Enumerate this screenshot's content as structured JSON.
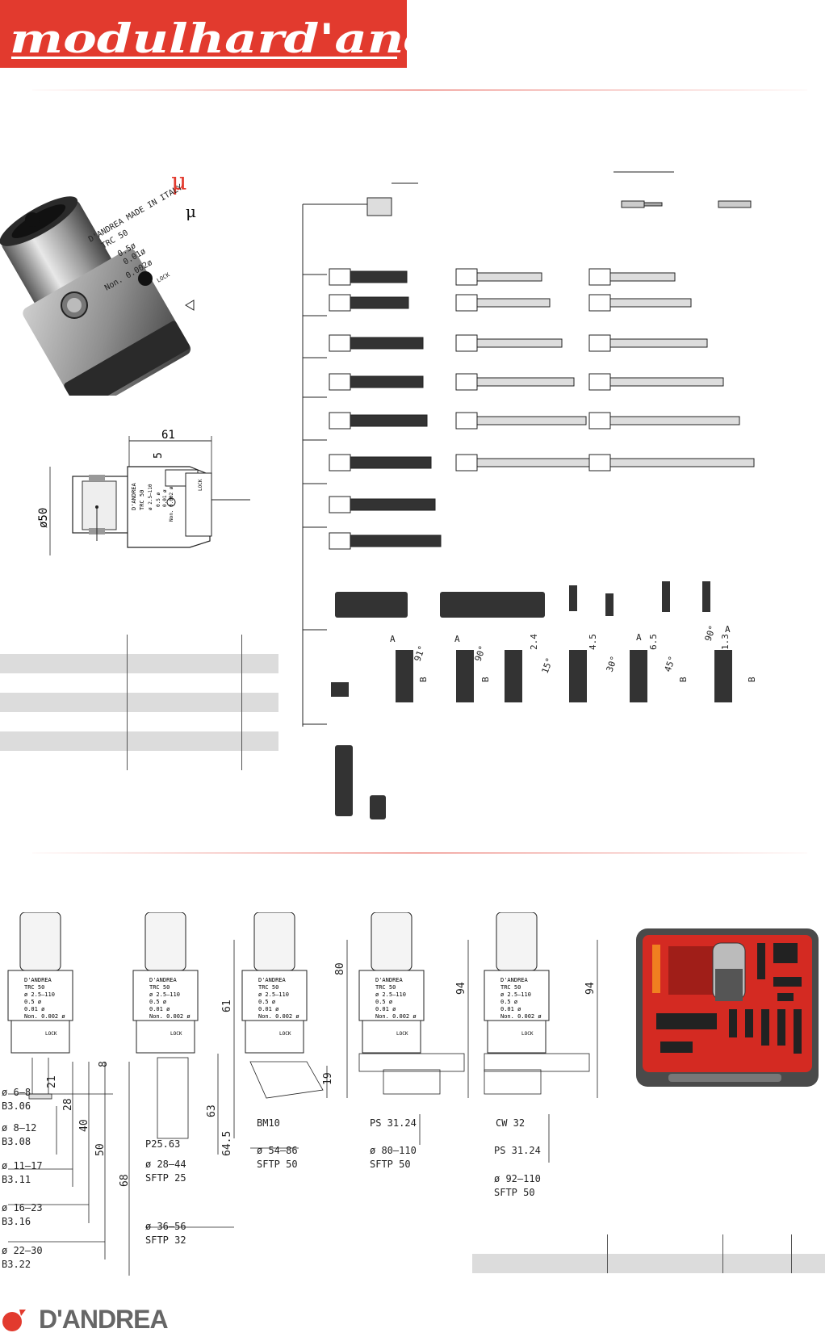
{
  "header": {
    "logo_text": "modulhard'andrea"
  },
  "symbols": {
    "mu_large": "μ",
    "mu_small": "μ"
  },
  "product_photo": {
    "markings": [
      "D'ANDREA",
      "MADE IN ITALY",
      "TRC 50",
      "0.5ø",
      "0.01ø",
      "Non. 0.002ø",
      "LOCK"
    ]
  },
  "head_drawing": {
    "dims": [
      "61",
      "5",
      "ø50"
    ],
    "markings": [
      "D'ANDREA",
      "TRC 50",
      "ø 2.5–110",
      "0.5 ø",
      "0.01 ø",
      "Non. 0.002 ø",
      "LOCK"
    ]
  },
  "insert_angles": [
    "91°",
    "90°",
    "15°",
    "30°",
    "45°",
    "90°"
  ],
  "insert_dims": [
    "A",
    "B",
    "2.4",
    "4.5",
    "6.5",
    "1.3"
  ],
  "assemblies": {
    "head_markings": [
      "D'ANDREA",
      "MADE IN ITALY",
      "TRC 50",
      "ø 2.5–110",
      "0.5 ø",
      "0.01 ø",
      "Non. 0.002 ø",
      "LOCK"
    ],
    "a1": {
      "dims": [
        "8",
        "21",
        "28",
        "40",
        "50",
        "68"
      ],
      "items": [
        {
          "dia": "ø 6–8",
          "code": "B3.06"
        },
        {
          "dia": "ø 8–12",
          "code": "B3.08"
        },
        {
          "dia": "ø 11–17",
          "code": "B3.11"
        },
        {
          "dia": "ø 16–23",
          "code": "B3.16"
        },
        {
          "dia": "ø 22–30",
          "code": "B3.22"
        }
      ]
    },
    "a2": {
      "dims": [
        "61",
        "63",
        "64.5"
      ],
      "items": [
        {
          "code": "P25.63"
        },
        {
          "dia": "ø 28–44",
          "code": "SFTP 25"
        },
        {
          "dia": "ø 36–56",
          "code": "SFTP 32"
        }
      ]
    },
    "a3": {
      "dims": [
        "80",
        "19"
      ],
      "items": [
        {
          "code": "BM10"
        },
        {
          "dia": "ø 54–86",
          "code": "SFTP 50"
        }
      ]
    },
    "a4": {
      "dims": [
        "94"
      ],
      "items": [
        {
          "code": "PS 31.24"
        },
        {
          "dia": "ø 80–110",
          "code": "SFTP 50"
        }
      ]
    },
    "a5": {
      "dims": [
        "94"
      ],
      "items": [
        {
          "code": "CW 32"
        },
        {
          "code": "PS 31.24"
        },
        {
          "dia": "ø 92–110",
          "code": "SFTP 50"
        }
      ]
    }
  },
  "footer": {
    "brand": "D'ANDREA"
  },
  "colors": {
    "brand_red": "#e23a2e",
    "case_red": "#d42a22",
    "dark_grey": "#3a3a3a"
  }
}
